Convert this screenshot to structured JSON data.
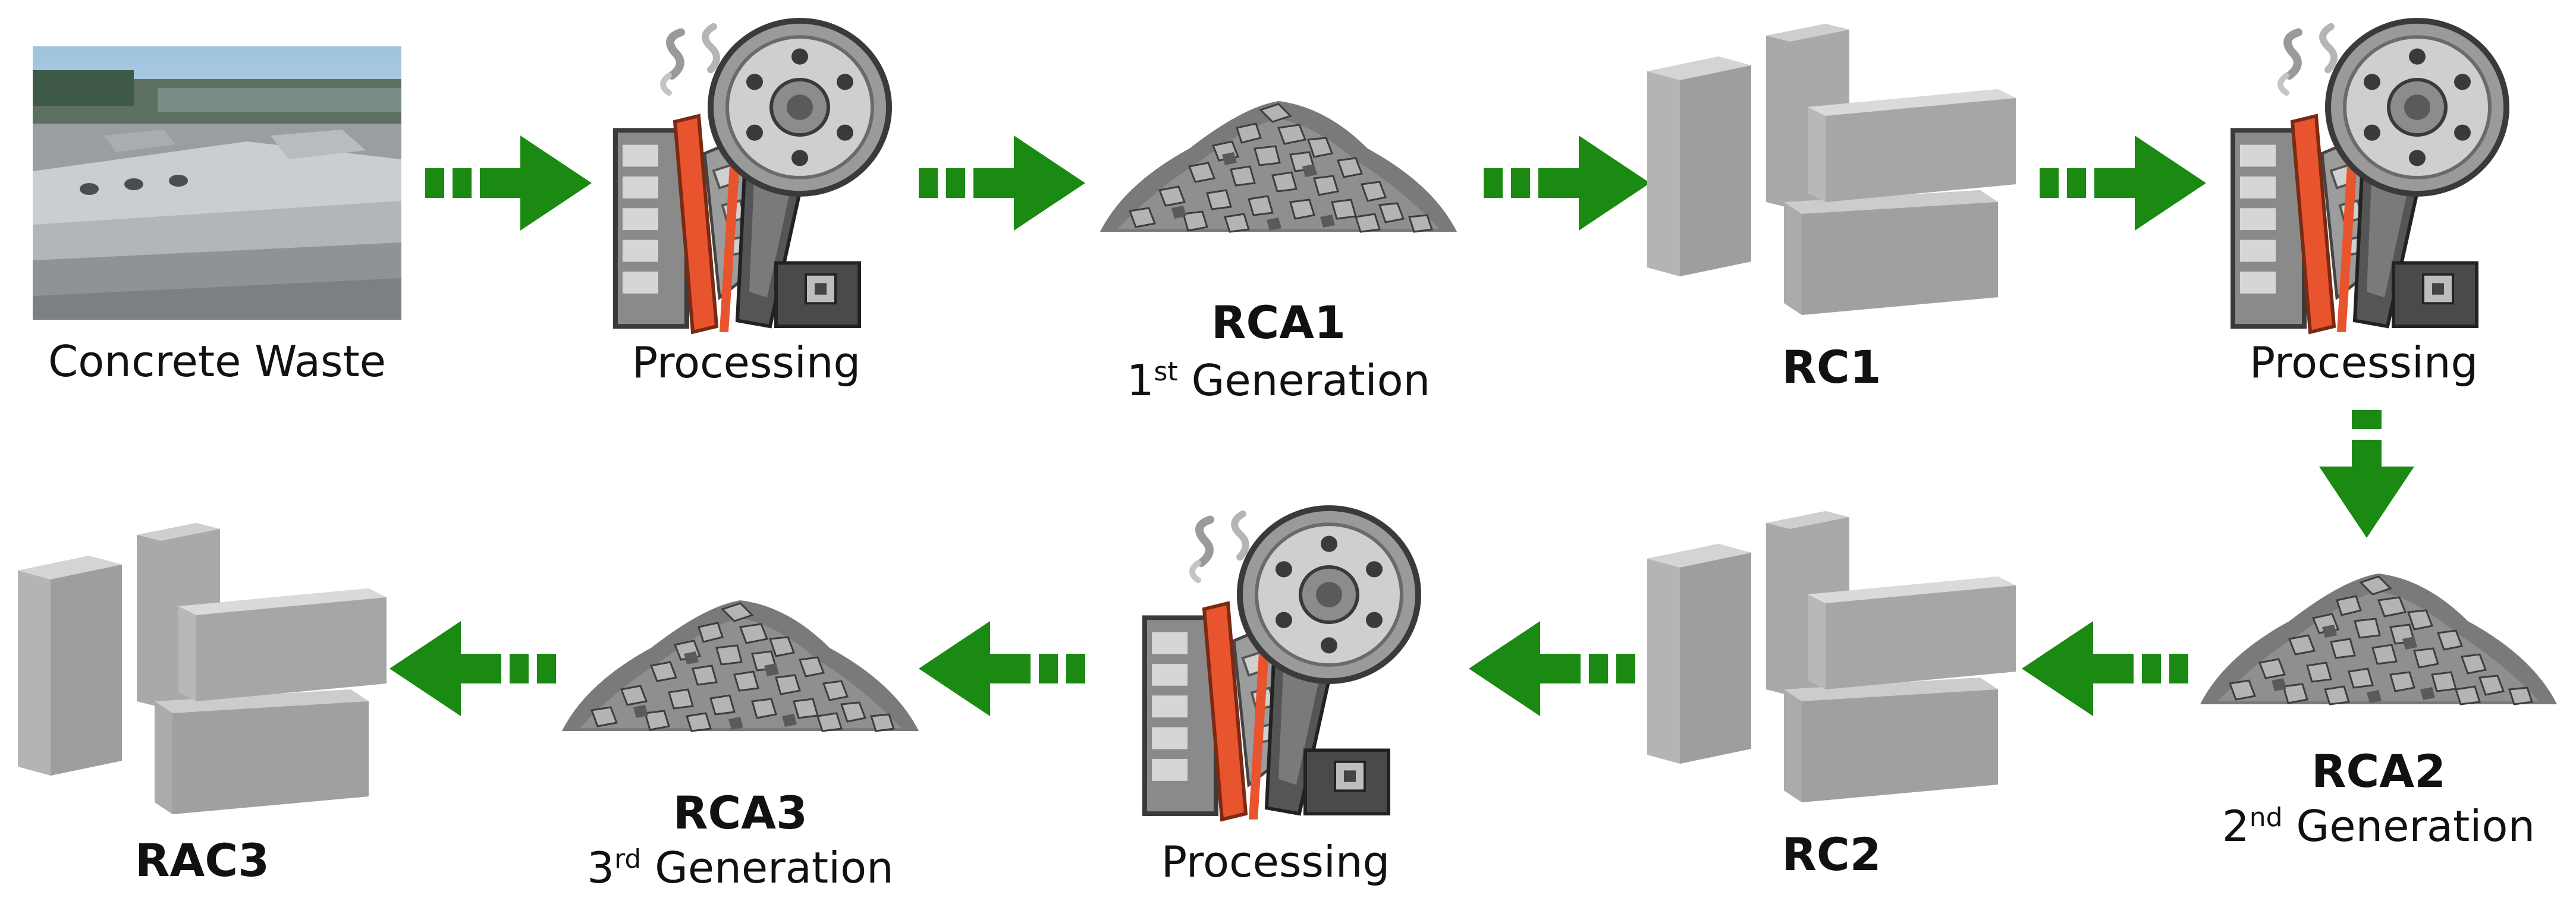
{
  "colors": {
    "arrow": "#1a8a12",
    "crusher_red": "#e8542d",
    "concrete": "#b9b9b9",
    "gravel": "#6f6f6f"
  },
  "nodes": [
    {
      "id": "concrete-waste",
      "icon": "concrete-waste-photo",
      "label": "Concrete Waste",
      "sub": "",
      "ord": ""
    },
    {
      "id": "processing-1",
      "icon": "crusher-icon",
      "label": "Processing",
      "sub": "",
      "ord": ""
    },
    {
      "id": "rca1",
      "icon": "aggregate-pile-icon",
      "label": "RCA1",
      "sub": "1",
      "ord": "st",
      "sub_rest": " Generation"
    },
    {
      "id": "rc1",
      "icon": "concrete-blocks-icon",
      "label": "RC1",
      "sub": "",
      "ord": ""
    },
    {
      "id": "processing-2",
      "icon": "crusher-icon",
      "label": "Processing",
      "sub": "",
      "ord": ""
    },
    {
      "id": "rca2",
      "icon": "aggregate-pile-icon",
      "label": "RCA2",
      "sub": "2",
      "ord": "nd",
      "sub_rest": " Generation"
    },
    {
      "id": "rc2",
      "icon": "concrete-blocks-icon",
      "label": "RC2",
      "sub": "",
      "ord": ""
    },
    {
      "id": "processing-3",
      "icon": "crusher-icon",
      "label": "Processing",
      "sub": "",
      "ord": ""
    },
    {
      "id": "rca3",
      "icon": "aggregate-pile-icon",
      "label": "RCA3",
      "sub": "3",
      "ord": "rd",
      "sub_rest": " Generation"
    },
    {
      "id": "rac3",
      "icon": "concrete-blocks-icon",
      "label": "RAC3",
      "sub": "",
      "ord": ""
    }
  ]
}
